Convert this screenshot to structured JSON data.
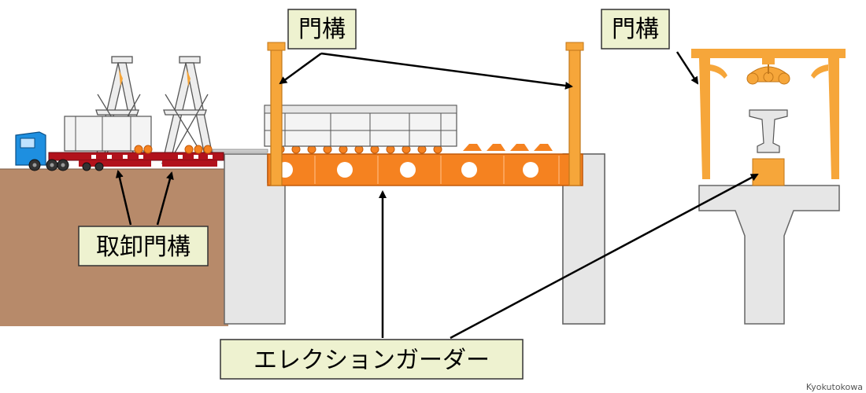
{
  "labels": {
    "gantry_top_center": "門構",
    "gantry_top_right": "門構",
    "unloading_gantry": "取卸門構",
    "erection_girder": "エレクションガーダー"
  },
  "credit": "Kyokutokowa",
  "colors": {
    "ground": "#B78A6A",
    "concrete": "#E6E6E6",
    "girder": "#F58220",
    "gantry": "#F6A63A",
    "trailer_red": "#B1121C",
    "truck_blue": "#1E8FE0",
    "label_bg": "#EEF2D0"
  },
  "icons": [
    "truck-icon",
    "arrow-icon"
  ]
}
